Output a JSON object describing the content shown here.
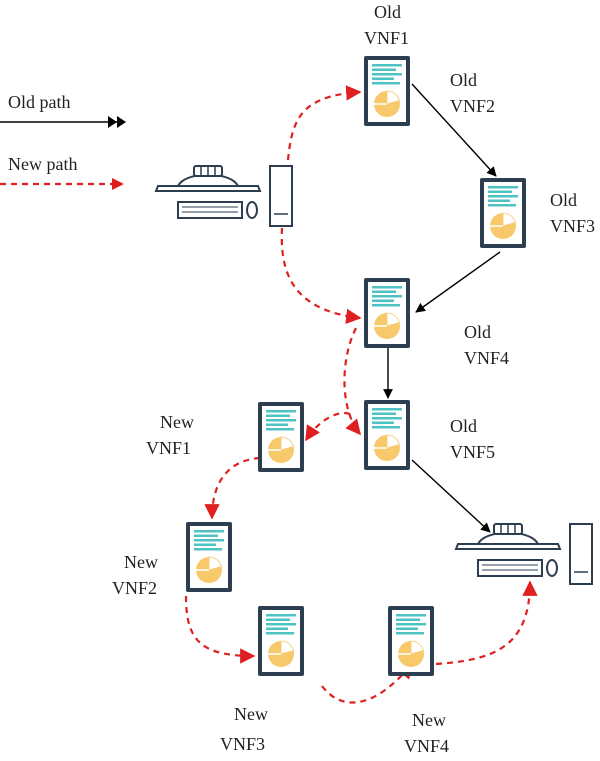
{
  "legend": {
    "old_path_label": "Old path",
    "new_path_label": "New path"
  },
  "colors": {
    "old_path": "#000000",
    "new_path": "#e02020",
    "device_frame": "#2d3e50",
    "device_lines": "#4fc3c3",
    "device_pie": "#f7c96a"
  },
  "vnfs": {
    "old1": {
      "line1": "Old",
      "line2": "VNF1"
    },
    "old2": {
      "line1": "Old",
      "line2": "VNF2"
    },
    "old3": {
      "line1": "Old",
      "line2": "VNF3"
    },
    "old4": {
      "line1": "Old",
      "line2": "VNF4"
    },
    "old5": {
      "line1": "Old",
      "line2": "VNF5"
    },
    "new1": {
      "line1": "New",
      "line2": "VNF1"
    },
    "new2": {
      "line1": "New",
      "line2": "VNF2"
    },
    "new3": {
      "line1": "New",
      "line2": "VNF3"
    },
    "new4": {
      "line1": "New",
      "line2": "VNF4"
    }
  },
  "icons": {
    "vnf": "server-icon",
    "host": "computer-icon"
  }
}
